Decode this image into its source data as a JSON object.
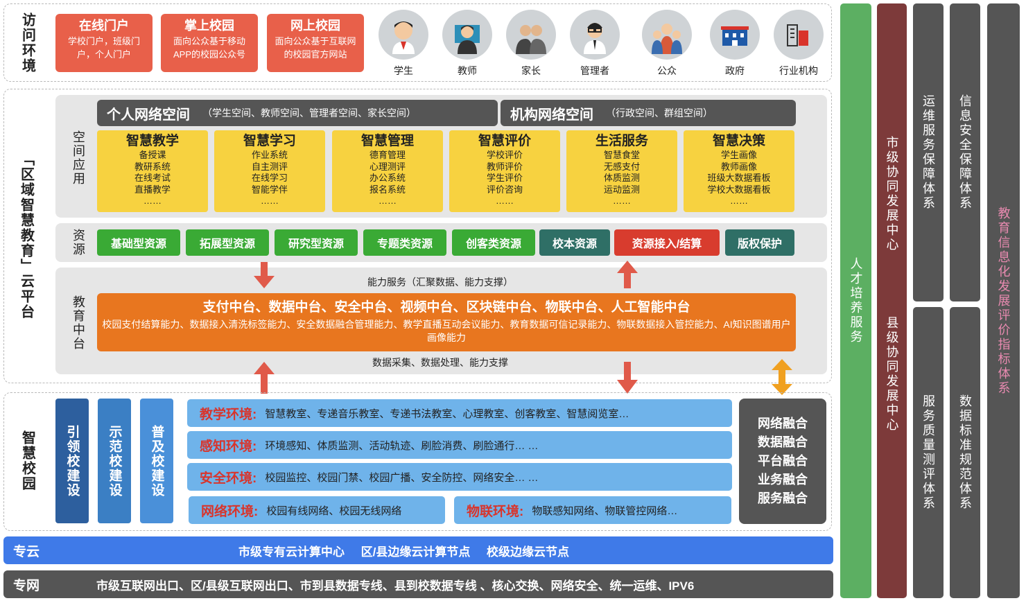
{
  "access": {
    "label": "访问环境",
    "portals": [
      {
        "title": "在线门户",
        "desc": "学校门户，班级门户，个人门户"
      },
      {
        "title": "掌上校园",
        "desc": "面向公众基于移动APP的校园公众号"
      },
      {
        "title": "网上校园",
        "desc": "面向公众基于互联网的校园官方网站"
      }
    ],
    "users": [
      {
        "name": "学生",
        "icon": "student-icon"
      },
      {
        "name": "教师",
        "icon": "teacher-icon"
      },
      {
        "name": "家长",
        "icon": "parents-icon"
      },
      {
        "name": "管理者",
        "icon": "manager-icon"
      },
      {
        "name": "公众",
        "icon": "public-icon"
      },
      {
        "name": "政府",
        "icon": "government-icon"
      },
      {
        "name": "行业机构",
        "icon": "industry-icon"
      }
    ]
  },
  "platform": {
    "label": "「区域智慧教育」云平台",
    "space": {
      "label": "空间应用",
      "personal_title": "个人网络空间",
      "personal_sub": "（学生空间、教师空间、管理者空间、家长空间）",
      "org_title": "机构网络空间",
      "org_sub": "（行政空间、群组空间）",
      "apps": [
        {
          "title": "智慧教学",
          "items": [
            "备授课",
            "教研系统",
            "在线考试",
            "直播教学",
            "……"
          ]
        },
        {
          "title": "智慧学习",
          "items": [
            "作业系统",
            "自主测评",
            "在线学习",
            "智能学伴",
            "……"
          ]
        },
        {
          "title": "智慧管理",
          "items": [
            "德育管理",
            "心理测评",
            "办公系统",
            "报名系统",
            "……"
          ]
        },
        {
          "title": "智慧评价",
          "items": [
            "学校评价",
            "教师评价",
            "学生评价",
            "评价咨询",
            "……"
          ]
        },
        {
          "title": "生活服务",
          "items": [
            "智慧食堂",
            "无感支付",
            "体质监测",
            "运动监测",
            "……"
          ]
        },
        {
          "title": "智慧决策",
          "items": [
            "学生画像",
            "教师画像",
            "班级大数据看板",
            "学校大数据看板",
            "……"
          ]
        }
      ]
    },
    "resources": {
      "label": "资源",
      "items": [
        {
          "text": "基础型资源",
          "color": "#3aaa35"
        },
        {
          "text": "拓展型资源",
          "color": "#3aaa35"
        },
        {
          "text": "研究型资源",
          "color": "#3aaa35"
        },
        {
          "text": "专题类资源",
          "color": "#3aaa35"
        },
        {
          "text": "创客类资源",
          "color": "#3aaa35"
        },
        {
          "text": "校本资源",
          "color": "#2f6f66"
        },
        {
          "text": "资源接入/结算",
          "color": "#d83c2e"
        },
        {
          "text": "版权保护",
          "color": "#2f6f66"
        }
      ]
    },
    "middle": {
      "label": "教育中台",
      "top_note": "能力服务（汇聚数据、能力支撑）",
      "title": "支付中台、数据中台、安全中台、视频中台、区块链中台、物联中台、人工智能中台",
      "desc": "校园支付结算能力、数据接入清洗标签能力、安全数据融合管理能力、教学直播互动会议能力、教育数据可信记录能力、物联数据接入管控能力、AI知识图谱用户画像能力",
      "bottom_note": "数据采集、数据处理、能力支撑"
    }
  },
  "campus": {
    "label": "智慧校园",
    "builds": [
      {
        "text": "引领校建设",
        "color": "#2d5f9e"
      },
      {
        "text": "示范校建设",
        "color": "#3b7fc4"
      },
      {
        "text": "普及校建设",
        "color": "#4a90d9"
      }
    ],
    "envs": [
      {
        "key": "教学环境:",
        "text": "智慧教室、专递音乐教室、专递书法教室、心理教室、创客教室、智慧阅览室…"
      },
      {
        "key": "感知环境:",
        "text": "环境感知、体质监测、活动轨迹、刷脸消费、刷脸通行… …"
      },
      {
        "key": "安全环境:",
        "text": "校园监控、校园门禁、校园广播、安全防控、网络安全… …"
      }
    ],
    "net_env": {
      "key": "网络环境:",
      "text": "校园有线网络、校园无线网络"
    },
    "iot_env": {
      "key": "物联环境:",
      "text": "物联感知网络、物联管控网络…"
    },
    "fusion": [
      "网络融合",
      "数据融合",
      "平台融合",
      "业务融合",
      "服务融合"
    ]
  },
  "cloud": {
    "label": "专云",
    "text": "市级专有云计算中心     区/县边缘云计算节点     校级边缘云节点"
  },
  "network": {
    "label": "专网",
    "text": "市级互联网出口、区/县级互联网出口、市到县数据专线、县到校数据专线 、核心交换、网络安全、统一运维、IPV6"
  },
  "side": {
    "talent": "人才培养服务",
    "city_center": "市级协同发展中心",
    "county_center": "县级协同发展中心",
    "ops": "运维服务保障体系",
    "security": "信息安全保障体系",
    "quality": "服务质量测评体系",
    "standard": "数据标准规范体系",
    "index": "教育信息化发展评价指标体系"
  },
  "colors": {
    "orange": "#e8761f",
    "green": "#3aaa35",
    "red_portal": "#e8604a",
    "yellow": "#f7d240",
    "blue_row": "#6fb3ea",
    "cloud_blue": "#3f7ae8",
    "dark_gray": "#555555",
    "talent_green": "#5caf62",
    "maroon": "#7d3a3a"
  }
}
